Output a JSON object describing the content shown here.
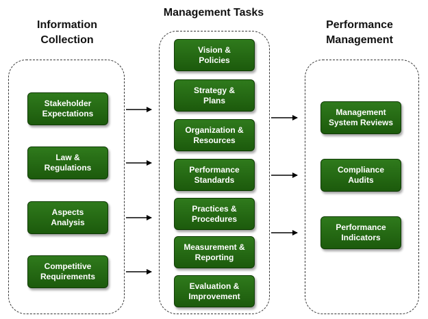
{
  "headings": {
    "left": "Information\nCollection",
    "center": "Management Tasks",
    "right": "Performance\nManagement"
  },
  "left_boxes": [
    "Stakeholder\nExpectations",
    "Law &\nRegulations",
    "Aspects\nAnalysis",
    "Competitive\nRequirements"
  ],
  "center_boxes": [
    "Vision &\nPolicies",
    "Strategy &\nPlans",
    "Organization &\nResources",
    "Performance\nStandards",
    "Practices &\nProcedures",
    "Measurement &\nReporting",
    "Evaluation &\nImprovement"
  ],
  "right_boxes": [
    "Management\nSystem Reviews",
    "Compliance\nAudits",
    "Performance\nIndicators"
  ],
  "colors": {
    "box_fill": "#236a14",
    "box_border": "#0f3a05",
    "text": "#ffffff",
    "dashed_border": "#333333"
  }
}
